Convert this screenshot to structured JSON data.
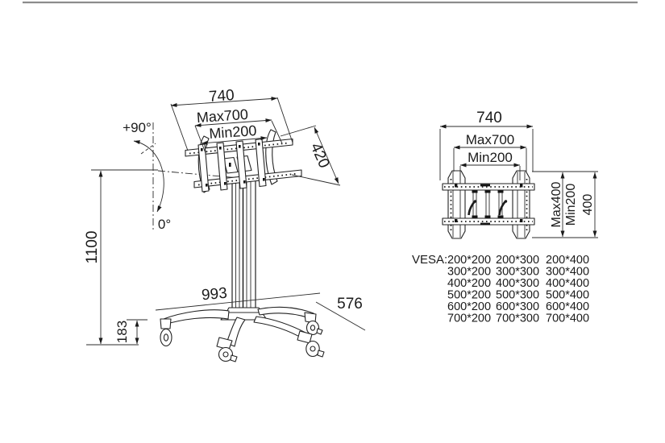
{
  "page": {
    "background": "#ffffff",
    "line_color": "#1b1b1b",
    "top_rule_color": "#8c8c8c"
  },
  "side_view": {
    "width_overall": "740",
    "width_max": "Max700",
    "width_min": "Min200",
    "bracket_height": "420",
    "tilt_up": "+90°",
    "tilt_down": "0°",
    "height_overall": "1100",
    "base_width": "993",
    "base_depth": "576",
    "caster_height": "183"
  },
  "front_view": {
    "width_overall": "740",
    "width_max": "Max700",
    "width_min": "Min200",
    "height_max": "Max400",
    "height_min": "Min200",
    "height_overall": "400"
  },
  "vesa": {
    "label": "VESA:",
    "rows": [
      [
        "200*200",
        "200*300",
        "200*400"
      ],
      [
        "300*200",
        "300*300",
        "300*400"
      ],
      [
        "400*200",
        "400*300",
        "400*400"
      ],
      [
        "500*200",
        "500*300",
        "500*400"
      ],
      [
        "600*200",
        "600*300",
        "600*400"
      ],
      [
        "700*200",
        "700*300",
        "700*400"
      ]
    ]
  }
}
